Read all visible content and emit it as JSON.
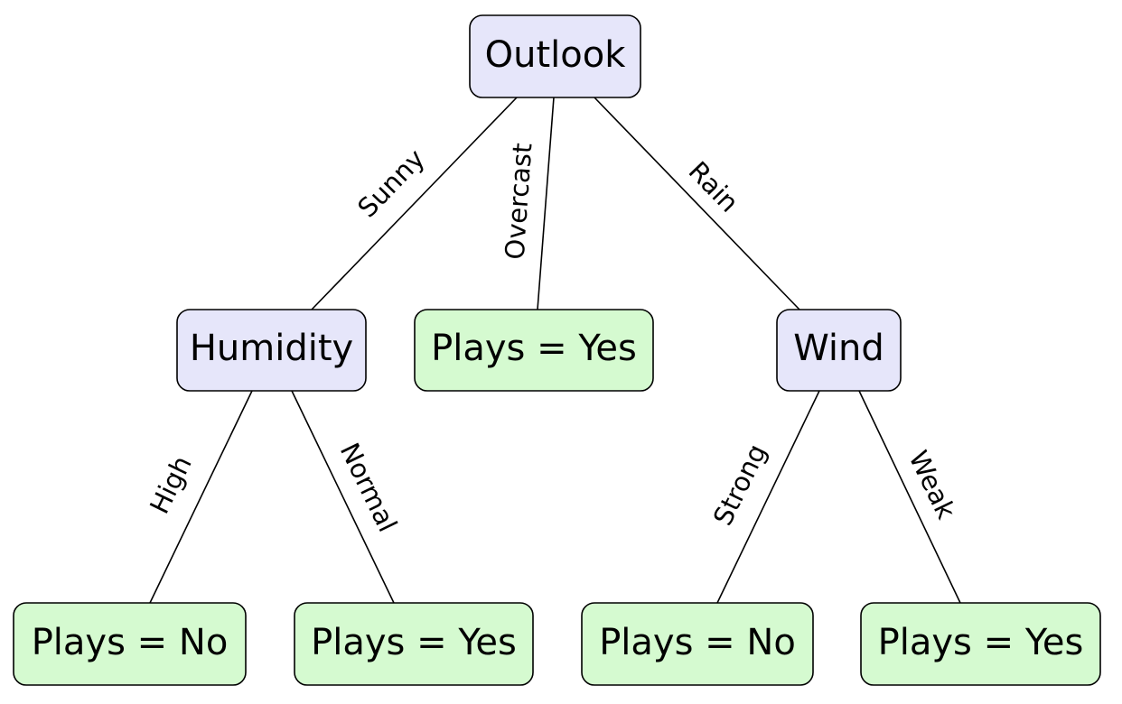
{
  "colors": {
    "decision_fill": "#e6e6fa",
    "leaf_fill": "#d5fad0",
    "stroke": "#000000"
  },
  "nodes": {
    "outlook": {
      "label": "Outlook",
      "kind": "decision"
    },
    "humidity": {
      "label": "Humidity",
      "kind": "decision"
    },
    "overcast_leaf": {
      "label": "Plays = Yes",
      "kind": "leaf"
    },
    "wind": {
      "label": "Wind",
      "kind": "decision"
    },
    "high_leaf": {
      "label": "Plays = No",
      "kind": "leaf"
    },
    "normal_leaf": {
      "label": "Plays = Yes",
      "kind": "leaf"
    },
    "strong_leaf": {
      "label": "Plays = No",
      "kind": "leaf"
    },
    "weak_leaf": {
      "label": "Plays = Yes",
      "kind": "leaf"
    }
  },
  "edges": {
    "sunny": {
      "label": "Sunny",
      "from": "Outlook",
      "to": "Humidity"
    },
    "overcast": {
      "label": "Overcast",
      "from": "Outlook",
      "to": "Plays = Yes"
    },
    "rain": {
      "label": "Rain",
      "from": "Outlook",
      "to": "Wind"
    },
    "high": {
      "label": "High",
      "from": "Humidity",
      "to": "Plays = No"
    },
    "normal": {
      "label": "Normal",
      "from": "Humidity",
      "to": "Plays = Yes"
    },
    "strong": {
      "label": "Strong",
      "from": "Wind",
      "to": "Plays = No"
    },
    "weak": {
      "label": "Weak",
      "from": "Wind",
      "to": "Plays = Yes"
    }
  }
}
